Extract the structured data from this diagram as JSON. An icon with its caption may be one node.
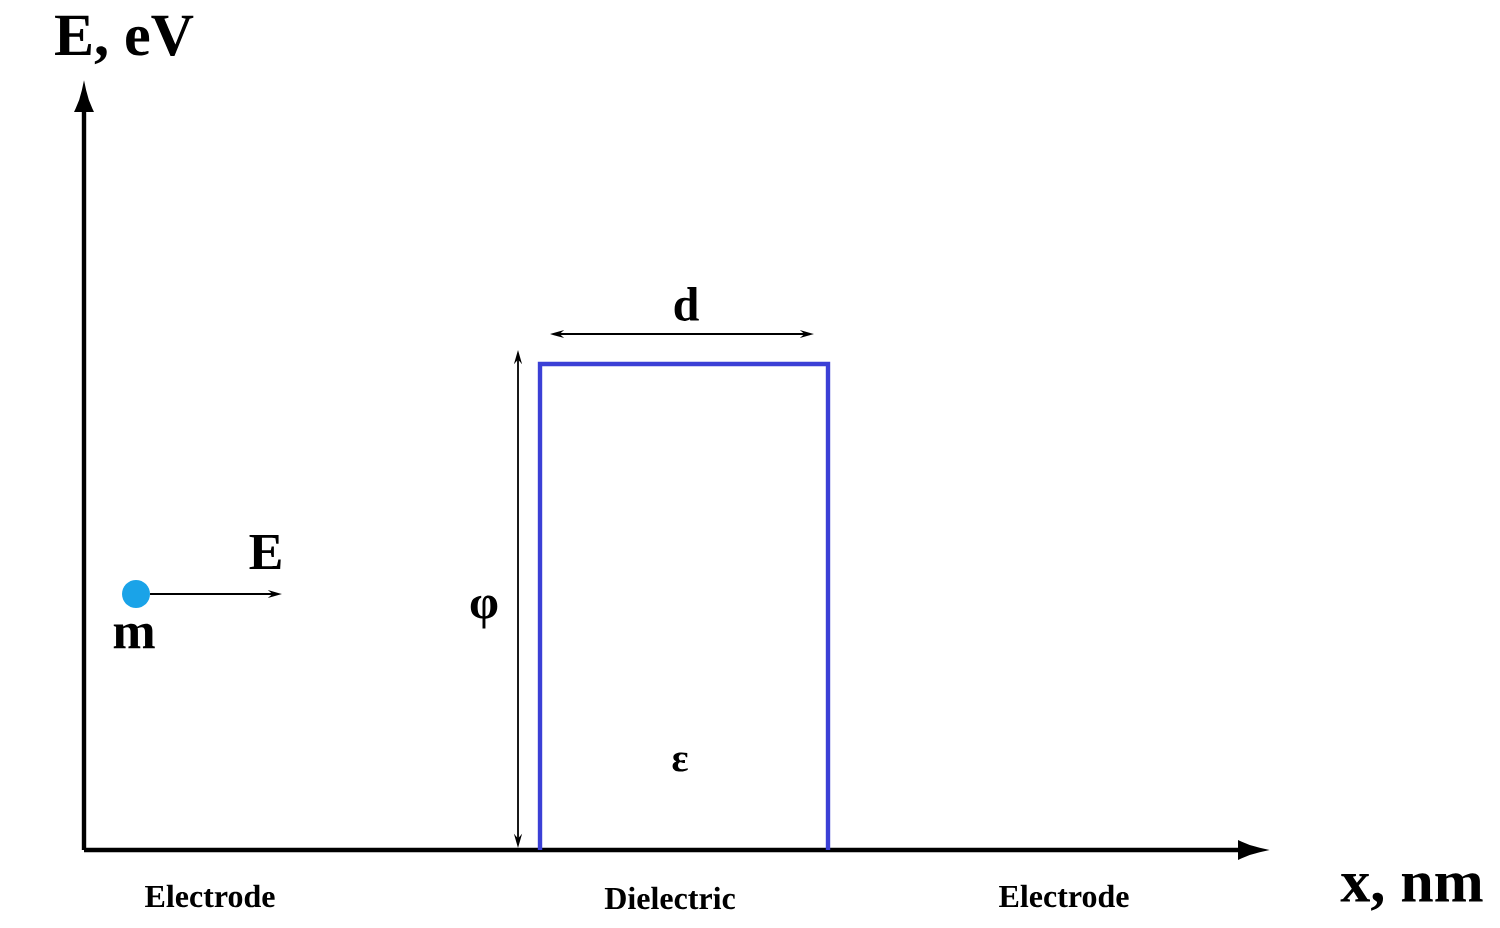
{
  "diagram": {
    "nodes": [
      {
        "text": [
          "ε"
        ]
      }
    ],
    "labels": [
      "E, eV",
      "d",
      "E",
      "φ",
      "m",
      "Electrode",
      "Dielectric",
      "Electrode",
      "x, nm"
    ]
  }
}
